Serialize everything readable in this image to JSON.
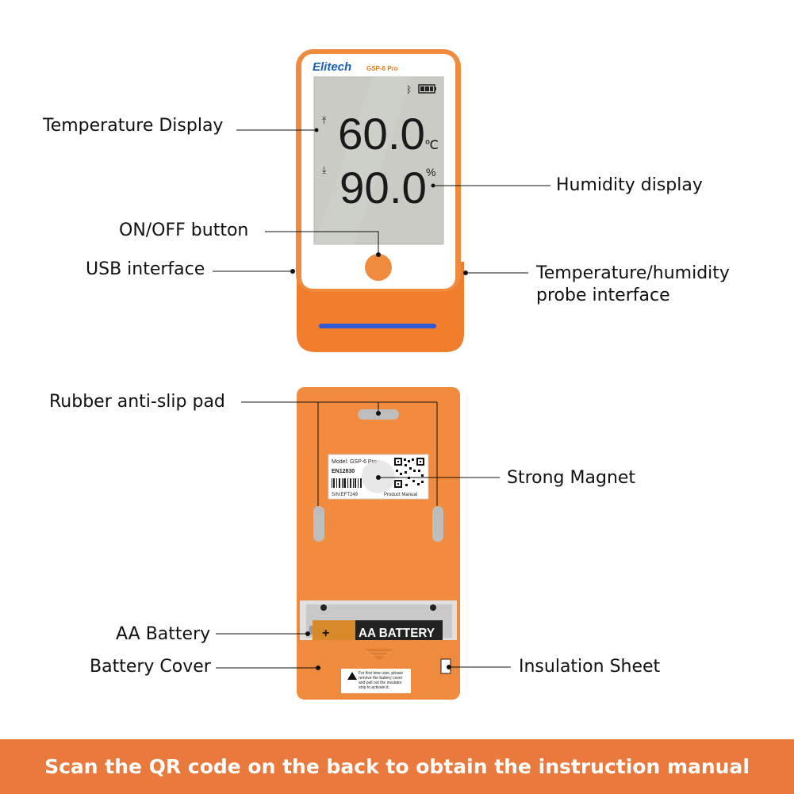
{
  "device": {
    "brand": "Elitech",
    "model": "GSP-6 Pro",
    "temperature_value": "60.0",
    "temperature_unit": "℃",
    "humidity_value": "90.0",
    "humidity_unit": "%"
  },
  "labels": {
    "temperature_display": "Temperature Display",
    "humidity_display": "Humidity display",
    "on_off_button": "ON/OFF button",
    "usb_interface": "USB interface",
    "probe_interface_line1": "Temperature/humidity",
    "probe_interface_line2": "probe interface",
    "rubber_pad": "Rubber anti-slip pad",
    "strong_magnet": "Strong Magnet",
    "aa_battery": "AA Battery",
    "battery_cover": "Battery Cover",
    "insulation_sheet": "Insulation Sheet"
  },
  "back_label": {
    "model": "Model: GSP-6 Pro",
    "standard": "EN12830",
    "serial": "S/N:EFT249",
    "manual": "Product Manual"
  },
  "battery_text": "AA BATTERY",
  "battery_plus": "+",
  "cover_notice": {
    "line1": "For first time user, please",
    "line2": "remove the battery cover",
    "line3": "and pull out the insulator",
    "line4": "strip to activate it."
  },
  "banner": {
    "text": "Scan the QR code on the back to obtain the instruction manual"
  },
  "colors": {
    "orange": "#f08a3c",
    "banner": "#e9793c",
    "lcd": "#c9cbc4",
    "blue_strip": "#2f5bd6"
  }
}
